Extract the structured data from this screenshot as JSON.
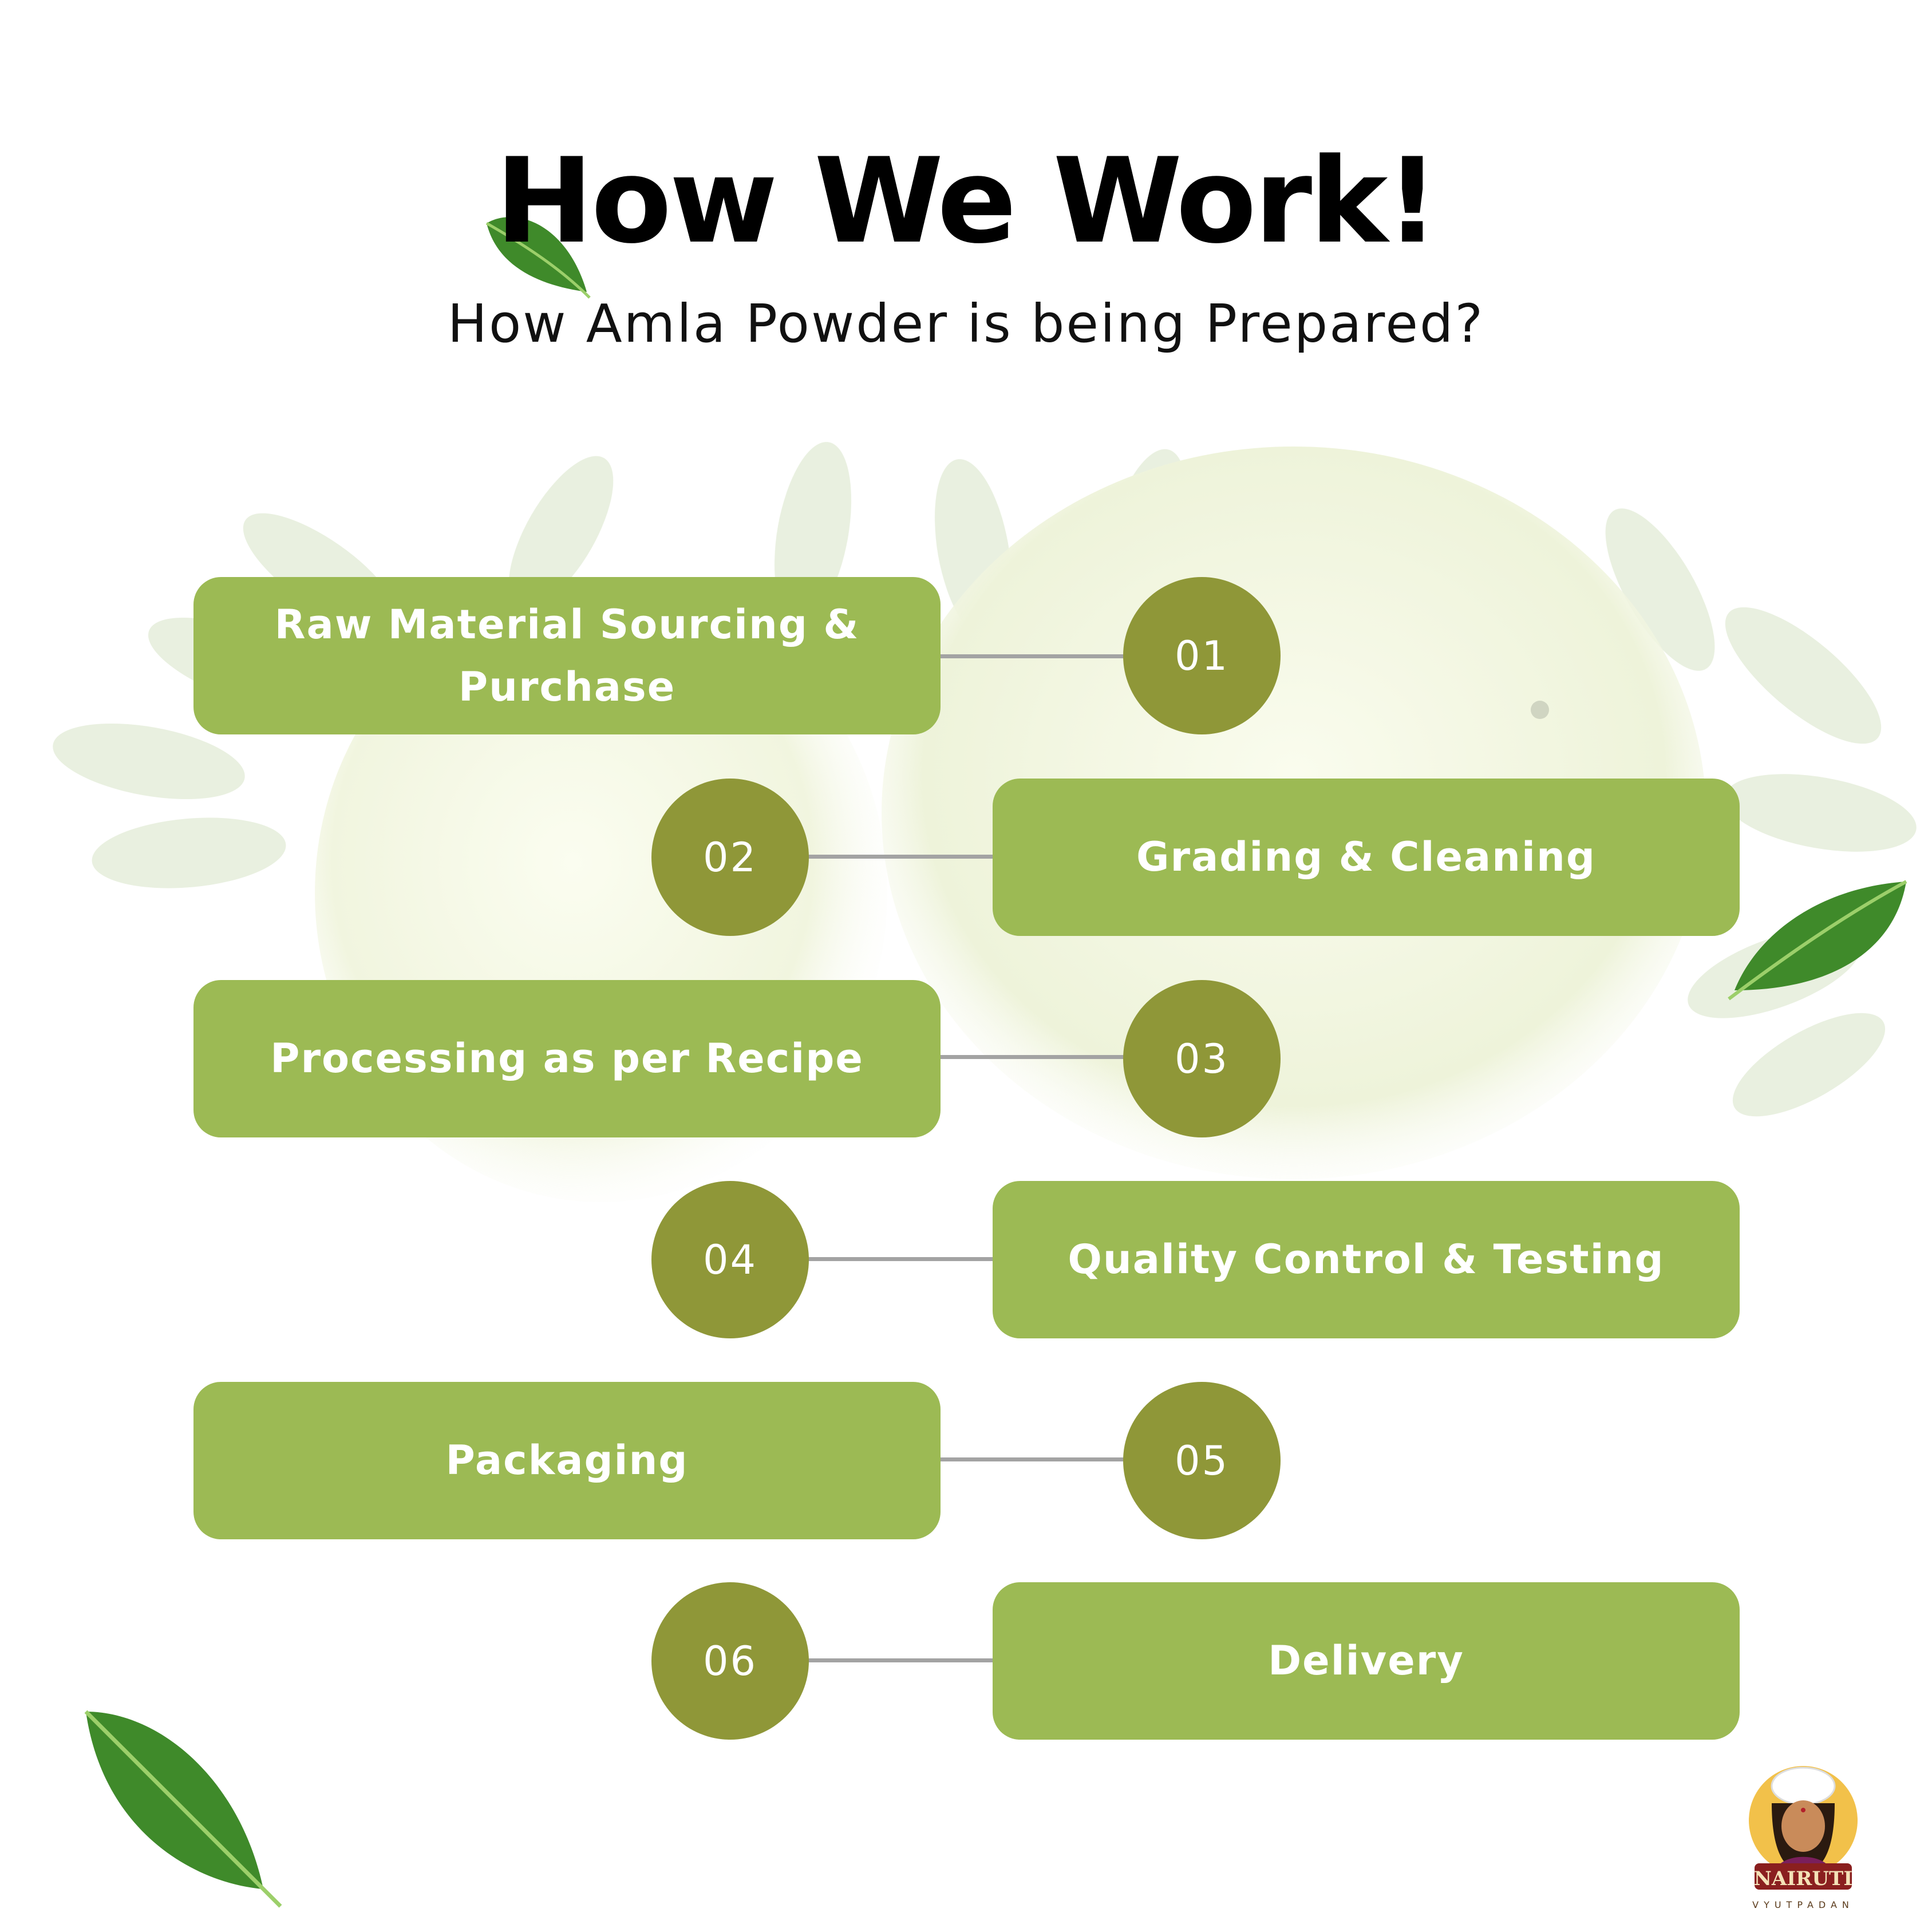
{
  "header": {
    "title": "How We Work!",
    "subtitle": "How Amla Powder is being Prepared?"
  },
  "steps": [
    {
      "number": "01",
      "label": "Raw Material Sourcing & Purchase"
    },
    {
      "number": "02",
      "label": "Grading & Cleaning"
    },
    {
      "number": "03",
      "label": "Processing as per Recipe"
    },
    {
      "number": "04",
      "label": "Quality Control & Testing"
    },
    {
      "number": "05",
      "label": "Packaging"
    },
    {
      "number": "06",
      "label": "Delivery"
    }
  ],
  "logo": {
    "name": "NAIRUTI",
    "tagline": "VYUTPADAN"
  },
  "colors": {
    "box": "#9cba54",
    "circle": "#8f9738",
    "connector": "#a3a3a3",
    "title": "#000000",
    "leaf": "#3f8a2a"
  }
}
